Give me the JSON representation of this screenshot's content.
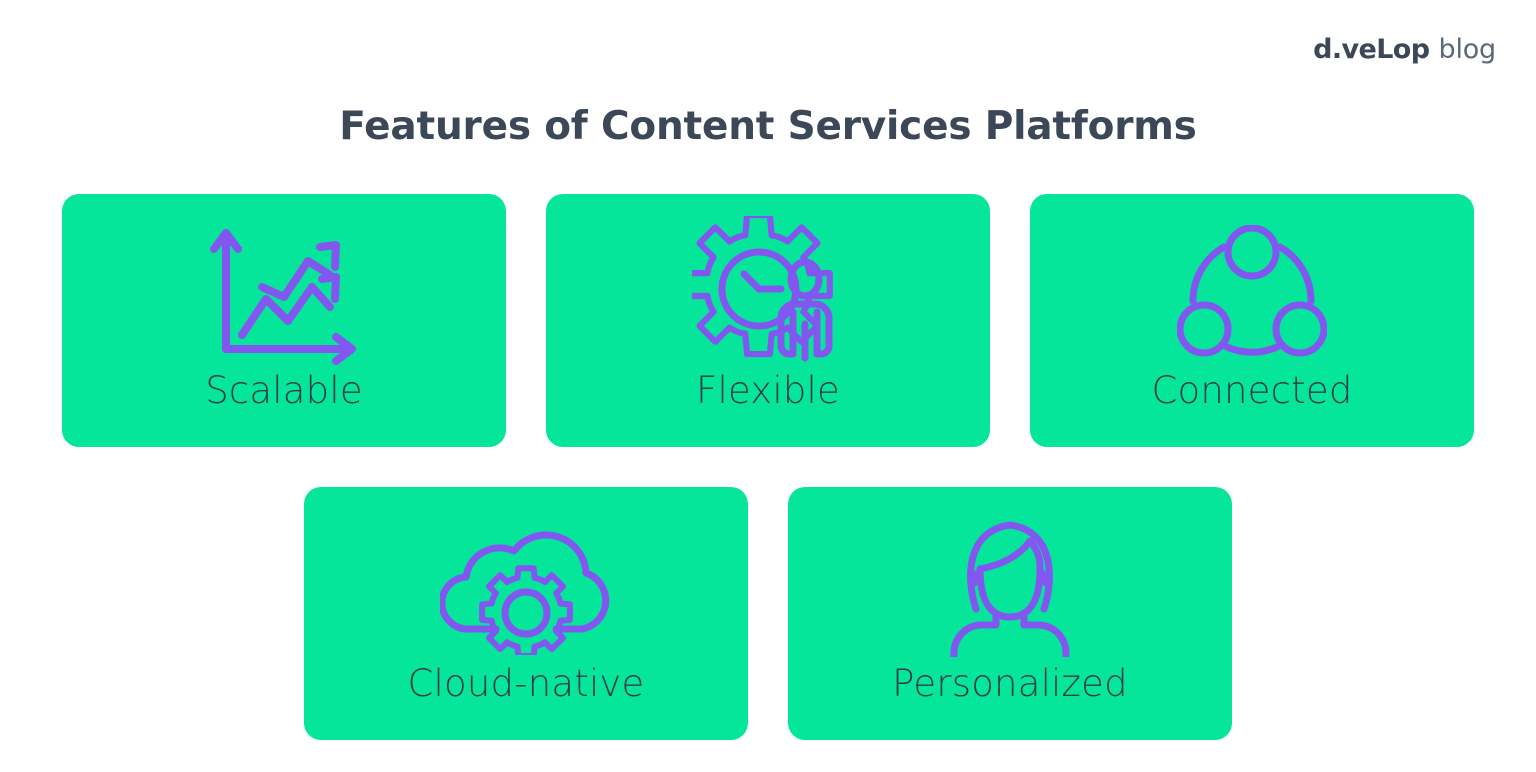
{
  "brand": {
    "mark": "d.veLop",
    "sub": "blog"
  },
  "header": {
    "title": "Features of Content Services Platforms"
  },
  "theme": {
    "background": "#FFFFFF",
    "card_background": "#06E69A",
    "icon_stroke": "#8257F0",
    "title_color": "#3C4858",
    "label_color": "#2F3E46"
  },
  "cards": [
    {
      "label": "Scalable",
      "icon": "growth-chart-icon"
    },
    {
      "label": "Flexible",
      "icon": "gear-clock-person-icon"
    },
    {
      "label": "Connected",
      "icon": "three-connected-nodes-icon"
    },
    {
      "label": "Cloud-native",
      "icon": "cloud-gear-icon"
    },
    {
      "label": "Personalized",
      "icon": "person-avatar-icon"
    }
  ]
}
